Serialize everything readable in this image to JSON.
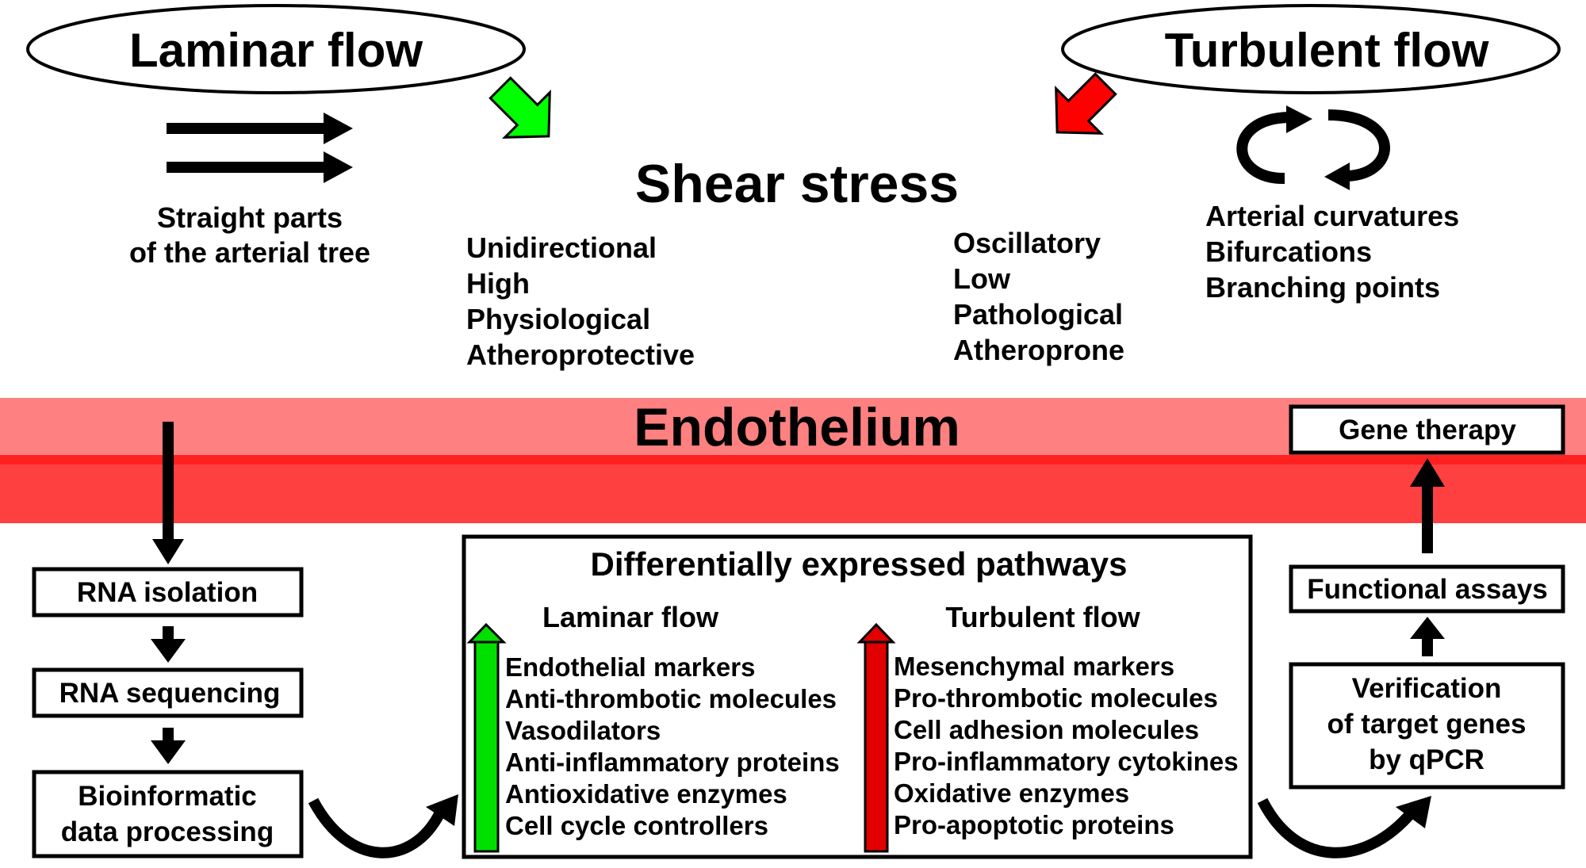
{
  "laminar": {
    "title": "Laminar flow",
    "location_lines": [
      "Straight parts",
      "of the arterial tree"
    ]
  },
  "turbulent": {
    "title": "Turbulent flow",
    "location_lines": [
      "Arterial curvatures",
      "Bifurcations",
      "Branching points"
    ]
  },
  "shear_stress": {
    "title": "Shear stress",
    "laminar_properties": [
      "Unidirectional",
      "High",
      "Physiological",
      "Atheroprotective"
    ],
    "turbulent_properties": [
      "Oscillatory",
      "Low",
      "Pathological",
      "Atheroprone"
    ]
  },
  "endothelium": {
    "label": "Endothelium",
    "light_color": "#ff8080",
    "dark_color": "#ff4040",
    "line_color": "#ff2020"
  },
  "workflow_left": [
    "RNA isolation",
    "RNA sequencing"
  ],
  "bioinformatic_lines": [
    "Bioinformatic",
    "data processing"
  ],
  "pathways": {
    "title": "Differentially expressed pathways",
    "laminar_header": "Laminar flow",
    "turbulent_header": "Turbulent flow",
    "laminar_items": [
      "Endothelial markers",
      "Anti-thrombotic molecules",
      "Vasodilators",
      "Anti-inflammatory proteins",
      "Antioxidative enzymes",
      "Cell cycle controllers"
    ],
    "turbulent_items": [
      "Mesenchymal markers",
      "Pro-thrombotic molecules",
      "Cell adhesion molecules",
      "Pro-inflammatory cytokines",
      "Oxidative enzymes",
      "Pro-apoptotic proteins"
    ],
    "up_color": "#00e000",
    "down_color": "#e00000"
  },
  "workflow_right": {
    "gene_therapy": "Gene therapy",
    "functional_assays": "Functional assays",
    "verification_lines": [
      "Verification",
      "of target genes",
      "by qPCR"
    ]
  },
  "colors": {
    "green_arrow": "#00ff00",
    "red_arrow": "#ff0000"
  }
}
